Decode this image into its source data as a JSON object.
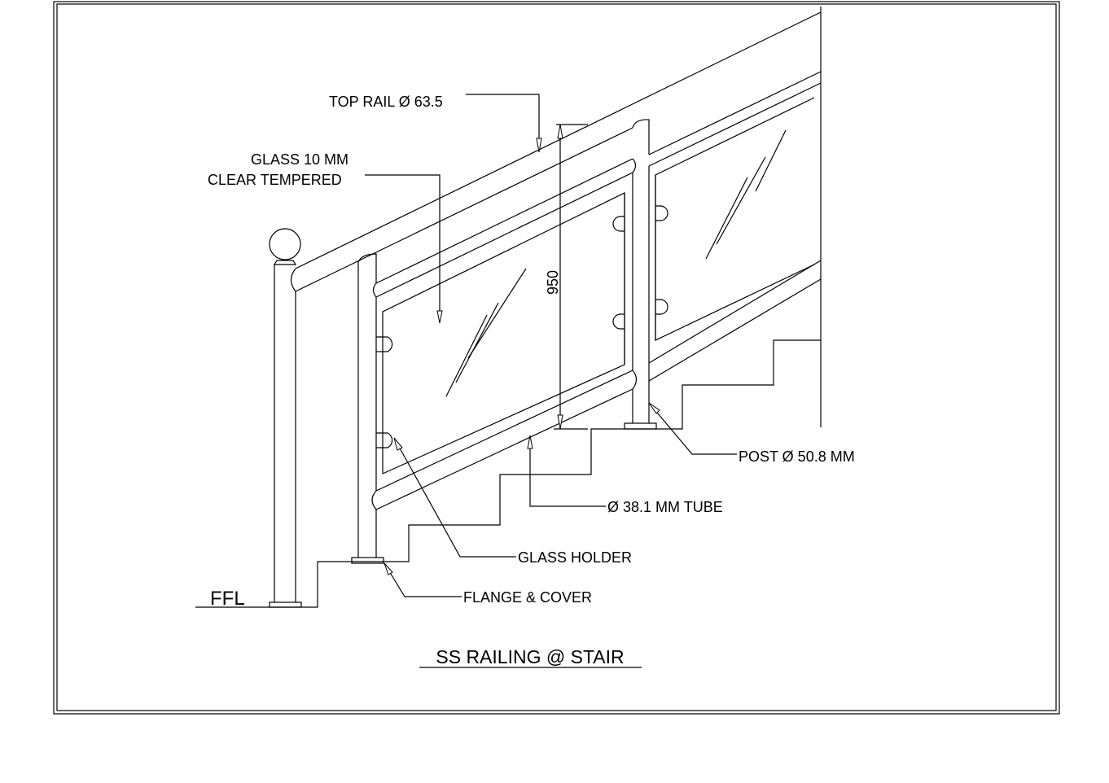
{
  "drawing": {
    "title": "SS RAILING @ STAIR",
    "labels": {
      "top_rail": "TOP RAIL Ø 63.5",
      "glass_line1": "GLASS 10 MM",
      "glass_line2": "CLEAR TEMPERED",
      "post": "POST  Ø 50.8 MM",
      "tube": "Ø 38.1 MM TUBE",
      "glass_holder": "GLASS HOLDER",
      "flange": "FLANGE & COVER",
      "ffl": "FFL"
    },
    "dimension": "950"
  }
}
